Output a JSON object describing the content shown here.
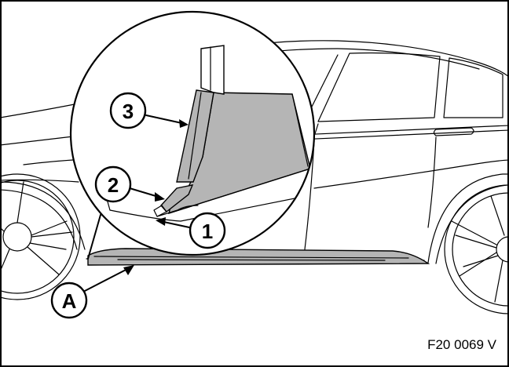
{
  "figure": {
    "reference_code": "F20 0069 V",
    "callouts": {
      "a": "A",
      "one": "1",
      "two": "2",
      "three": "3"
    },
    "colors": {
      "line": "#000000",
      "highlight_fill": "#b5b5b5",
      "background": "#ffffff"
    }
  }
}
